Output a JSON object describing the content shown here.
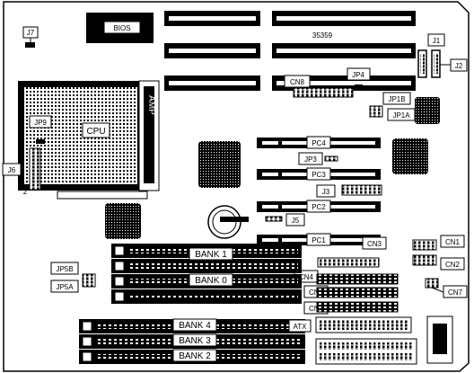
{
  "diagram": {
    "bios": "BIOS",
    "board_number": "35359",
    "amp": "AMP",
    "cpu": "CPU",
    "pin_marker": "2",
    "jumpers": {
      "j7": "J7",
      "j1": "J1",
      "j2": "J2",
      "jp4": "JP4",
      "cn8": "CN8",
      "jp1b": "JP1B",
      "jp1a": "JP1A",
      "jp9": "JP9",
      "j6": "J6",
      "pc4": "PC4",
      "pc3": "PC3",
      "jp3": "JP3",
      "j3": "J3",
      "pc2": "PC2",
      "j5": "J5",
      "pc1": "PC1",
      "cn3": "CN3",
      "cn1": "CN1",
      "cn2": "CN2",
      "cn4": "CN4",
      "cn5": "CN5",
      "cn6": "CN6",
      "cn7": "CN7",
      "jp5b": "JP5B",
      "jp5a": "JP5A",
      "atx": "ATX"
    },
    "banks": {
      "bank1": "BANK 1",
      "bank0": "BANK 0",
      "bank4": "BANK 4",
      "bank3": "BANK 3",
      "bank2": "BANK 2"
    }
  }
}
